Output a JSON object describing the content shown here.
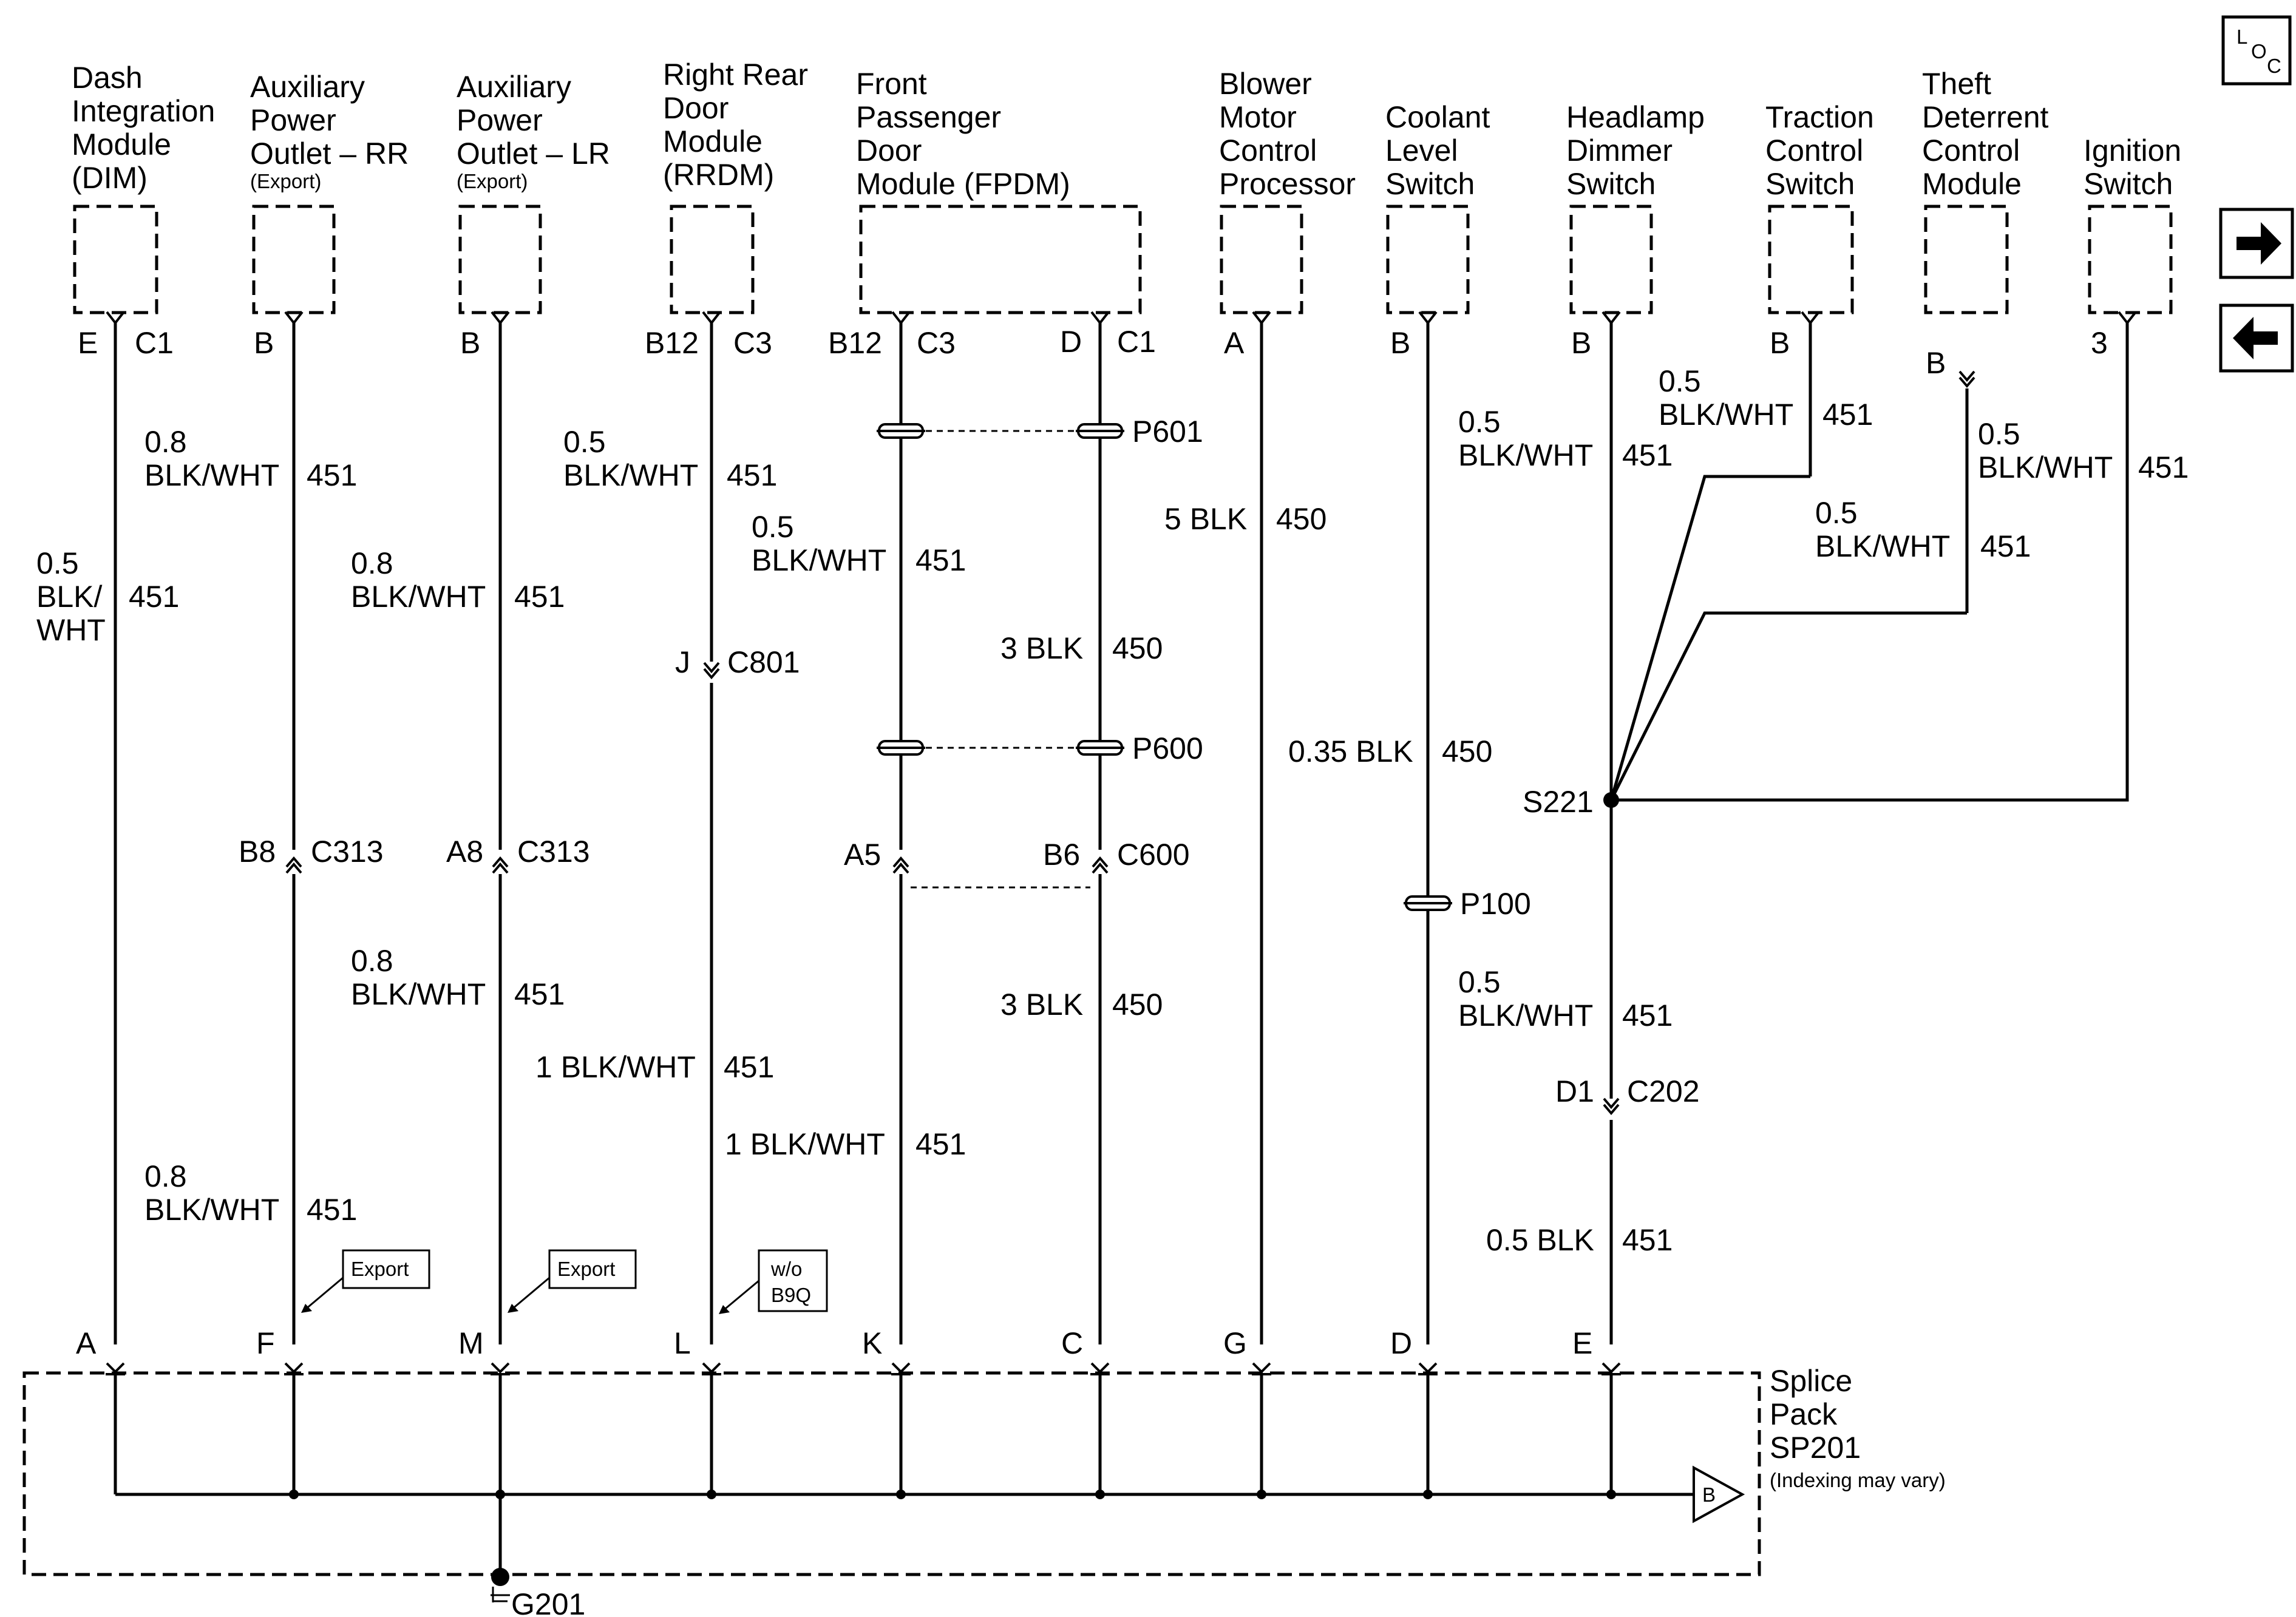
{
  "components": {
    "dim": [
      "Dash",
      "Integration",
      "Module",
      "(DIM)"
    ],
    "apo_rr": [
      "Auxiliary",
      "Power",
      "Outlet – RR"
    ],
    "apo_rr_note": "(Export)",
    "apo_lr": [
      "Auxiliary",
      "Power",
      "Outlet – LR"
    ],
    "apo_lr_note": "(Export)",
    "rrdm": [
      "Right Rear",
      "Door",
      "Module",
      "(RRDM)"
    ],
    "fpdm": [
      "Front",
      "Passenger",
      "Door",
      "Module (FPDM)"
    ],
    "blower": [
      "Blower",
      "Motor",
      "Control",
      "Processor"
    ],
    "coolant": [
      "Coolant",
      "Level",
      "Switch"
    ],
    "headlamp": [
      "Headlamp",
      "Dimmer",
      "Switch"
    ],
    "traction": [
      "Traction",
      "Control",
      "Switch"
    ],
    "theft": [
      "Theft",
      "Deterrent",
      "Control",
      "Module"
    ],
    "ignition": [
      "Ignition",
      "Switch"
    ]
  },
  "terminals": {
    "dim_pin": "E",
    "dim_conn": "C1",
    "apo_rr_pin": "B",
    "apo_lr_pin": "B",
    "rrdm_pin": "B12",
    "rrdm_conn": "C3",
    "fpdm_pin1": "B12",
    "fpdm_conn1": "C3",
    "fpdm_pin2": "D",
    "fpdm_conn2": "C1",
    "blower_pin": "A",
    "coolant_pin": "B",
    "headlamp_pin": "B",
    "traction_pin": "B",
    "theft_pin": "B",
    "ignition_pin": "3"
  },
  "wires": {
    "dim": [
      "0.5",
      "BLK/",
      "WHT"
    ],
    "dim_circuit": "451",
    "apo_rr_top": [
      "0.8",
      "BLK/WHT"
    ],
    "apo_rr_top_circuit": "451",
    "apo_lr_top": [
      "0.8",
      "BLK/WHT"
    ],
    "apo_lr_top_circuit": "451",
    "apo_lr_mid": [
      "0.8",
      "BLK/WHT"
    ],
    "apo_lr_mid_circuit": "451",
    "apo_rr_bot": [
      "0.8",
      "BLK/WHT"
    ],
    "apo_rr_bot_circuit": "451",
    "rrdm_top": [
      "0.5",
      "BLK/WHT"
    ],
    "rrdm_top_circuit": "451",
    "rrdm_bot": "1 BLK/WHT",
    "rrdm_bot_circuit": "451",
    "fpdm_left_top": [
      "0.5",
      "BLK/WHT"
    ],
    "fpdm_left_top_circuit": "451",
    "fpdm_left_bot": "1 BLK/WHT",
    "fpdm_left_bot_circuit": "451",
    "fpdm_right_top": "3 BLK",
    "fpdm_right_top_circuit": "450",
    "fpdm_right_bot": "3 BLK",
    "fpdm_right_bot_circuit": "450",
    "blower": "5 BLK",
    "blower_circuit": "450",
    "coolant": "0.35 BLK",
    "coolant_circuit": "450",
    "headlamp_top": [
      "0.5",
      "BLK/WHT"
    ],
    "headlamp_top_circuit": "451",
    "headlamp_mid": [
      "0.5",
      "BLK/WHT"
    ],
    "headlamp_mid_circuit": "451",
    "headlamp_bot": "0.5 BLK",
    "headlamp_bot_circuit": "451",
    "traction": [
      "0.5",
      "BLK/WHT"
    ],
    "traction_circuit": "451",
    "theft_a": [
      "0.5",
      "BLK/WHT"
    ],
    "theft_a_circuit": "451",
    "theft_b": [
      "0.5",
      "BLK/WHT"
    ],
    "theft_b_circuit": "451"
  },
  "connectors": {
    "c801_pin": "J",
    "c801": "C801",
    "c313_rr_pin": "B8",
    "c313_rr": "C313",
    "c313_lr_pin": "A8",
    "c313_lr": "C313",
    "c600_pin_a": "A5",
    "c600_pin_b": "B6",
    "c600": "C600",
    "p601": "P601",
    "p600": "P600",
    "p100": "P100",
    "c202_pin": "D1",
    "c202": "C202",
    "s221": "S221"
  },
  "splice_pins": [
    "A",
    "F",
    "M",
    "L",
    "K",
    "C",
    "G",
    "D",
    "E"
  ],
  "notes": {
    "export_rr": "Export",
    "export_lr": "Export",
    "w_o_b9q": [
      "w/o",
      "B9Q"
    ]
  },
  "splice_pack": {
    "label": [
      "Splice",
      "Pack",
      "SP201"
    ],
    "note": "(Indexing may vary)",
    "offpage": "B"
  },
  "ground": "G201",
  "nav": {
    "loc_l": "L",
    "loc_o": "O",
    "loc_c": "C",
    "next_icon": "arrow-right-icon",
    "prev_icon": "arrow-left-icon"
  }
}
